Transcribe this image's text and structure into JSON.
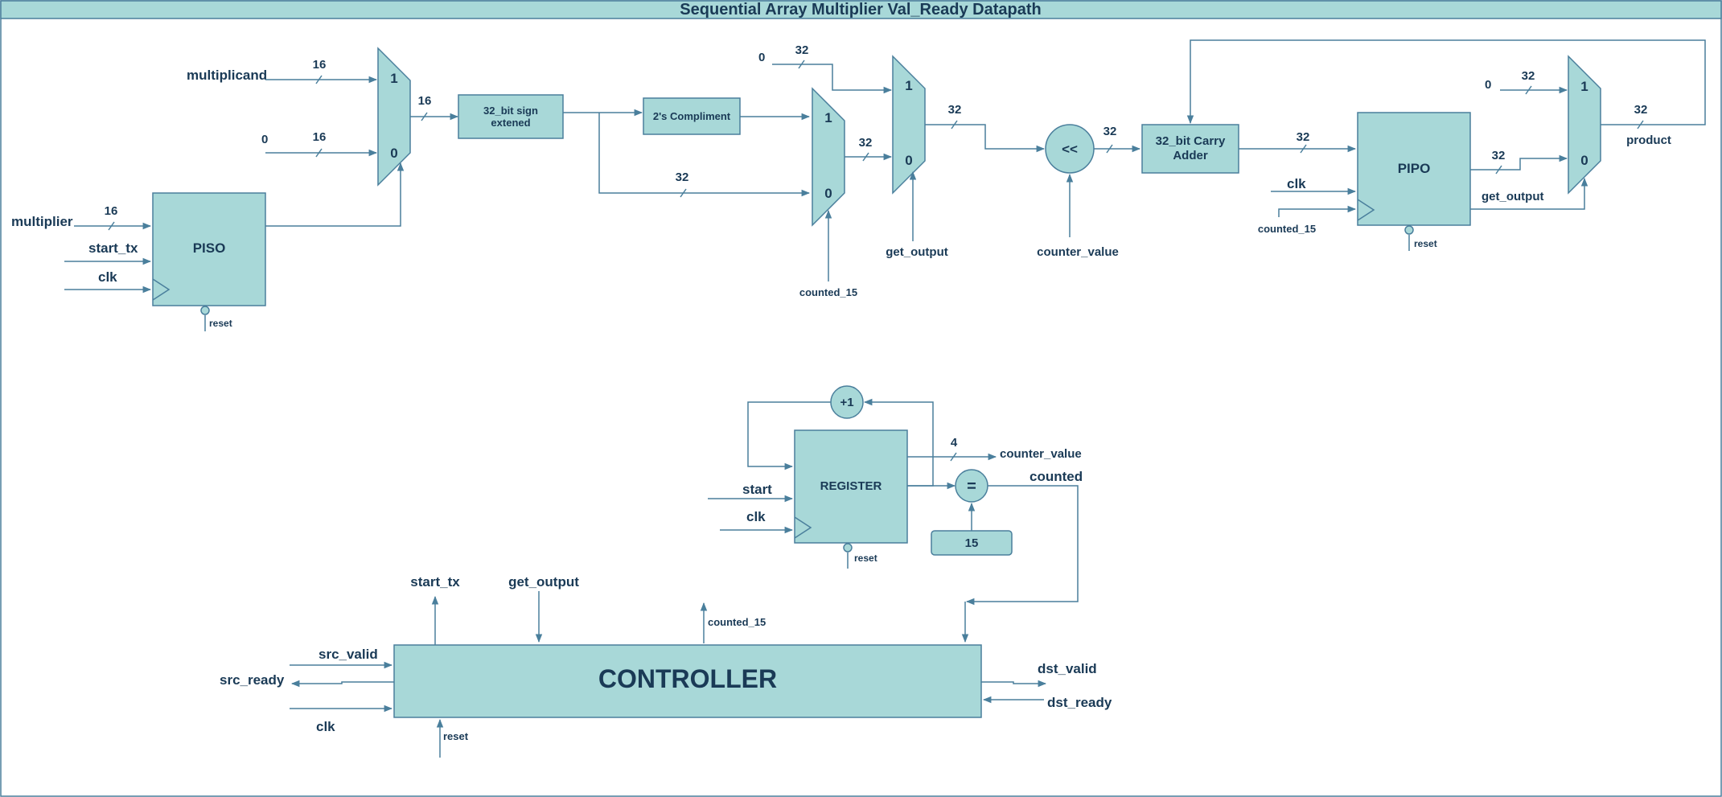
{
  "title": "Sequential Array Multiplier Val_Ready Datapath",
  "colors": {
    "block_fill": "#a8d8d8",
    "stroke": "#4a7f9c",
    "text": "#1a3a56"
  },
  "blocks": {
    "piso": "PISO",
    "sign_extend": "32_bit sign extened",
    "twos_complement": "2's Compliment",
    "shift_left": "<<",
    "carry_adder": "32_bit Carry Adder",
    "pipo": "PIPO",
    "register": "REGISTER",
    "increment": "+1",
    "equal": "=",
    "const_15": "15",
    "controller": "CONTROLLER"
  },
  "mux": {
    "one": "1",
    "zero": "0"
  },
  "signals": {
    "multiplicand": "multiplicand",
    "multiplier": "multiplier",
    "start_tx": "start_tx",
    "clk": "clk",
    "reset": "reset",
    "zero_const": "0",
    "counted_15": "counted_15",
    "get_output": "get_output",
    "counter_value": "counter_value",
    "product": "product",
    "start": "start",
    "counted": "counted",
    "src_valid": "src_valid",
    "src_ready": "src_ready",
    "dst_valid": "dst_valid",
    "dst_ready": "dst_ready"
  },
  "widths": {
    "w16": "16",
    "w32": "32",
    "w4": "4"
  }
}
